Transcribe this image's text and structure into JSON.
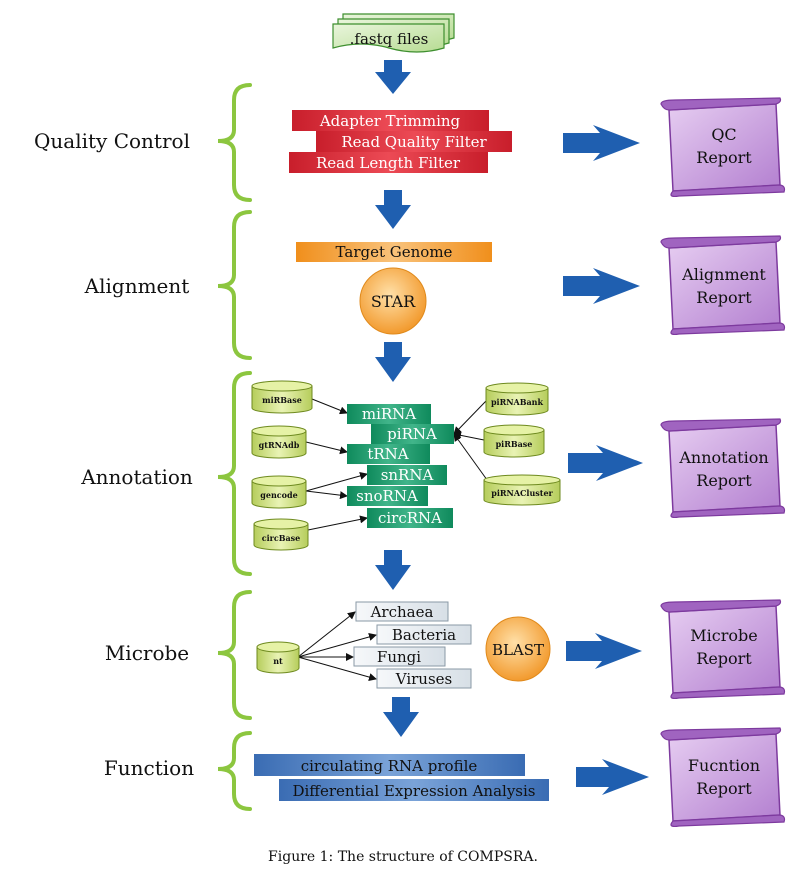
{
  "input": {
    "label": ".fastq files"
  },
  "stages": [
    {
      "label": "Quality Control",
      "report": [
        "QC",
        "Report"
      ]
    },
    {
      "label": "Alignment",
      "report": [
        "Alignment",
        "Report"
      ]
    },
    {
      "label": "Annotation",
      "report": [
        "Annotation",
        "Report"
      ]
    },
    {
      "label": "Microbe",
      "report": [
        "Microbe",
        "Report"
      ]
    },
    {
      "label": "Function",
      "report": [
        "Fucntion",
        "Report"
      ]
    }
  ],
  "quality_control": {
    "steps": [
      "Adapter Trimming",
      "Read Quality Filter",
      "Read Length Filter"
    ]
  },
  "alignment": {
    "genome": "Target Genome",
    "tool": "STAR"
  },
  "annotation": {
    "rna_types": [
      "miRNA",
      "piRNA",
      "tRNA",
      "snRNA",
      "snoRNA",
      "circRNA"
    ],
    "left_dbs": [
      "miRBase",
      "gtRNAdb",
      "gencode",
      "circBase"
    ],
    "right_dbs": [
      "piRNABank",
      "piRBase",
      "piRNACluster"
    ]
  },
  "microbe": {
    "db": "nt",
    "taxa": [
      "Archaea",
      "Bacteria",
      "Fungi",
      "Viruses"
    ],
    "tool": "BLAST"
  },
  "function": {
    "steps": [
      "circulating RNA profile",
      "Differential Expression Analysis"
    ]
  },
  "caption": "Figure 1: The structure of COMPSRA.",
  "colors": {
    "arrow_blue": "#1f5fb0",
    "brace_green": "#8cc63f",
    "qc_red": "#d42a35",
    "genome_orange": "#f3a33a",
    "star_orange": "#f7b24c",
    "rna_green": "#1d9a6e",
    "db_yellow": "#cfe08a",
    "microbe_gray": "#e8eef2",
    "function_blue": "#4a7ec2",
    "report_purple": "#c9a0de",
    "input_green": "#cde8b4"
  }
}
